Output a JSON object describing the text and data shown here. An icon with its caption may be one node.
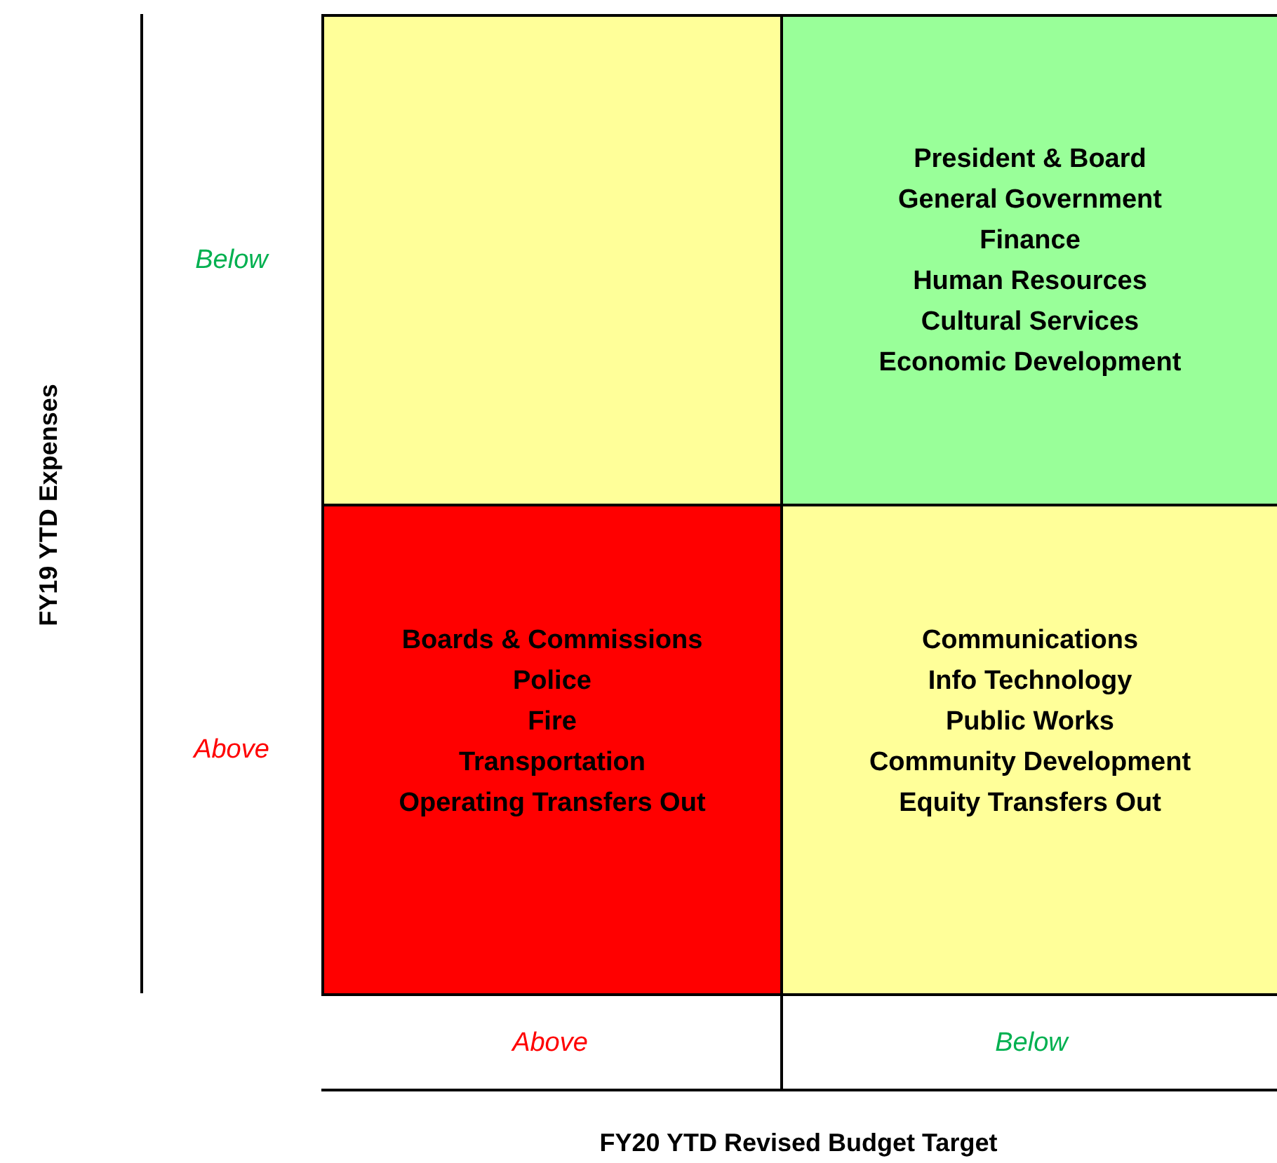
{
  "diagram": {
    "nodes": [
      {
        "text": [],
        "shape": "box"
      },
      {
        "text": [
          "President & Board",
          "General Government",
          "Finance",
          "Human Resources",
          "Cultural Services",
          "Economic Development"
        ]
      },
      {
        "text": [
          "Boards & Commissions",
          "Police",
          "Fire",
          "Transportation",
          "Operating Transfers Out"
        ]
      },
      {
        "text": [
          "Communications",
          "Info Technology",
          "Public Works",
          "Community Development",
          "Equity Transfers Out"
        ]
      }
    ],
    "labels": [
      "Below",
      "FY19 YTD Expenses",
      "Above",
      "Above",
      "Below",
      "FY20 YTD Revised Budget Target"
    ]
  }
}
